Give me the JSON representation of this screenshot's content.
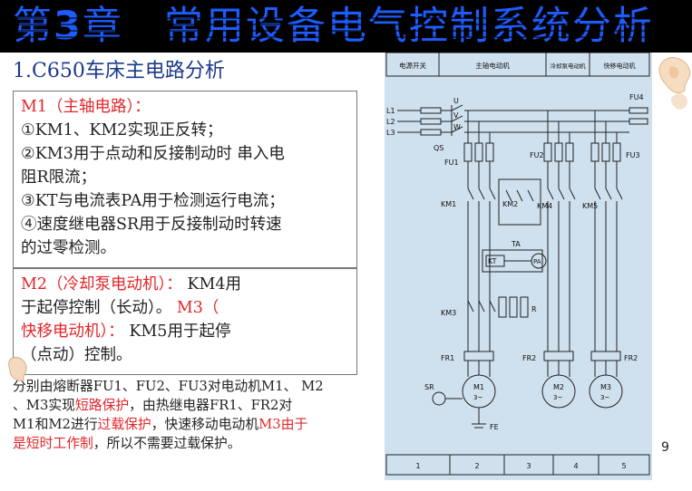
{
  "title": {
    "prefix": "第",
    "chapter_number": "3",
    "rest": "章　常用设备电气控制系统分析"
  },
  "subtitle": "1.C650车床主电路分析",
  "box_m1": {
    "heading": "M1（主轴电路）：",
    "lines": [
      "①KM1、KM2实现正反转；",
      "②KM3用于点动和反接制动时 串入电",
      "阻R限流；",
      "③KT与电流表PA用于检测运行电流；",
      "④速度继电器SR用于反接制动时转速",
      "的过零检测。"
    ]
  },
  "box_m2": {
    "m2_label": "M2（冷却泵电动机）：",
    "m2_text_a": " KM4用",
    "m2_text_b": "于起停控制（长动）。",
    "m3_label_a": " M3（",
    "m3_label_b": "快移电动机）：",
    "m3_text_a": " KM5用于起停",
    "m3_text_b": "（点动）控制。"
  },
  "summary": {
    "p1": "分别由熔断器FU1、FU2、FU3对电动机M1、 M2",
    "p2": "、M3实现",
    "p2_red": "短路保护",
    "p3": "，由热继电器FR1、FR2对",
    "p4": "M1和M2进行",
    "p4_red": "过载保护",
    "p5": "，快速移动电动机",
    "p5_red": "M3由于",
    "p6_red": "是短时工作制",
    "p7": "，所以不需要过载保护。"
  },
  "page_number": "9",
  "diagram": {
    "header_cols": [
      "电源开关",
      "主轴电动机",
      "冷却泵电动机",
      "快移电动机"
    ],
    "footer_cols": [
      "1",
      "2",
      "3",
      "4",
      "5"
    ],
    "line_labels": [
      "L1",
      "L2",
      "L3"
    ],
    "phase_labels": [
      "U",
      "V",
      "W"
    ],
    "component_labels": {
      "qs": "QS",
      "fu1": "FU1",
      "fu2": "FU2",
      "fu3": "FU3",
      "fu4": "FU4",
      "km1": "KM1",
      "km2": "KM2",
      "km3": "KM3",
      "km4": "KM4",
      "km5": "KM5",
      "ta": "TA",
      "kt": "KT",
      "pa": "PA",
      "r": "R",
      "fr1": "FR1",
      "fr2": "FR2",
      "m1": "M1",
      "m2": "M2",
      "m3": "M3",
      "motor_type": "3~",
      "sr": "SR",
      "fe": "FE"
    }
  },
  "colors": {
    "title_bg": "#000000",
    "title_text": "#1d5cff",
    "highlight_red": "#e0262a",
    "diagram_bg": "#cfe0ee"
  }
}
